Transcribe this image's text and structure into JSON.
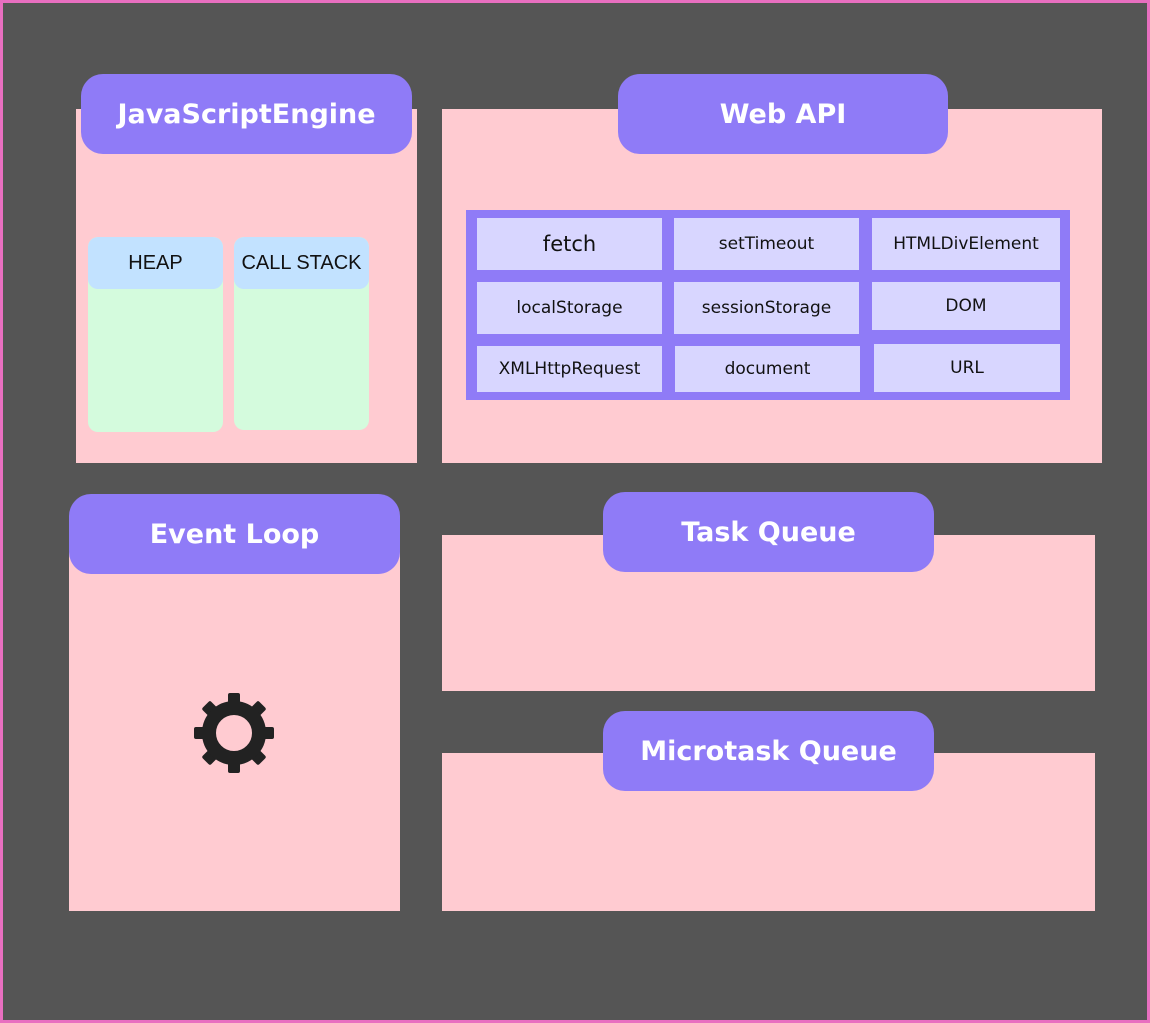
{
  "colors": {
    "background": "#555555",
    "border": "#e86fc0",
    "panel": "#ffcbd1",
    "header": "#8f7bf7",
    "column_body": "#d4fbdd",
    "column_head": "#c2e2ff",
    "api_item": "#d8d6ff"
  },
  "js_engine": {
    "title": "JavaScriptEngine",
    "heap_label": "HEAP",
    "call_stack_label": "CALL STACK"
  },
  "web_api": {
    "title": "Web API",
    "items": [
      "fetch",
      "setTimeout",
      "HTMLDivElement",
      "localStorage",
      "sessionStorage",
      "DOM",
      "XMLHttpRequest",
      "document",
      "URL"
    ]
  },
  "event_loop": {
    "title": "Event Loop",
    "icon": "gear-icon"
  },
  "task_queue": {
    "title": "Task Queue"
  },
  "microtask_queue": {
    "title": "Microtask Queue"
  }
}
